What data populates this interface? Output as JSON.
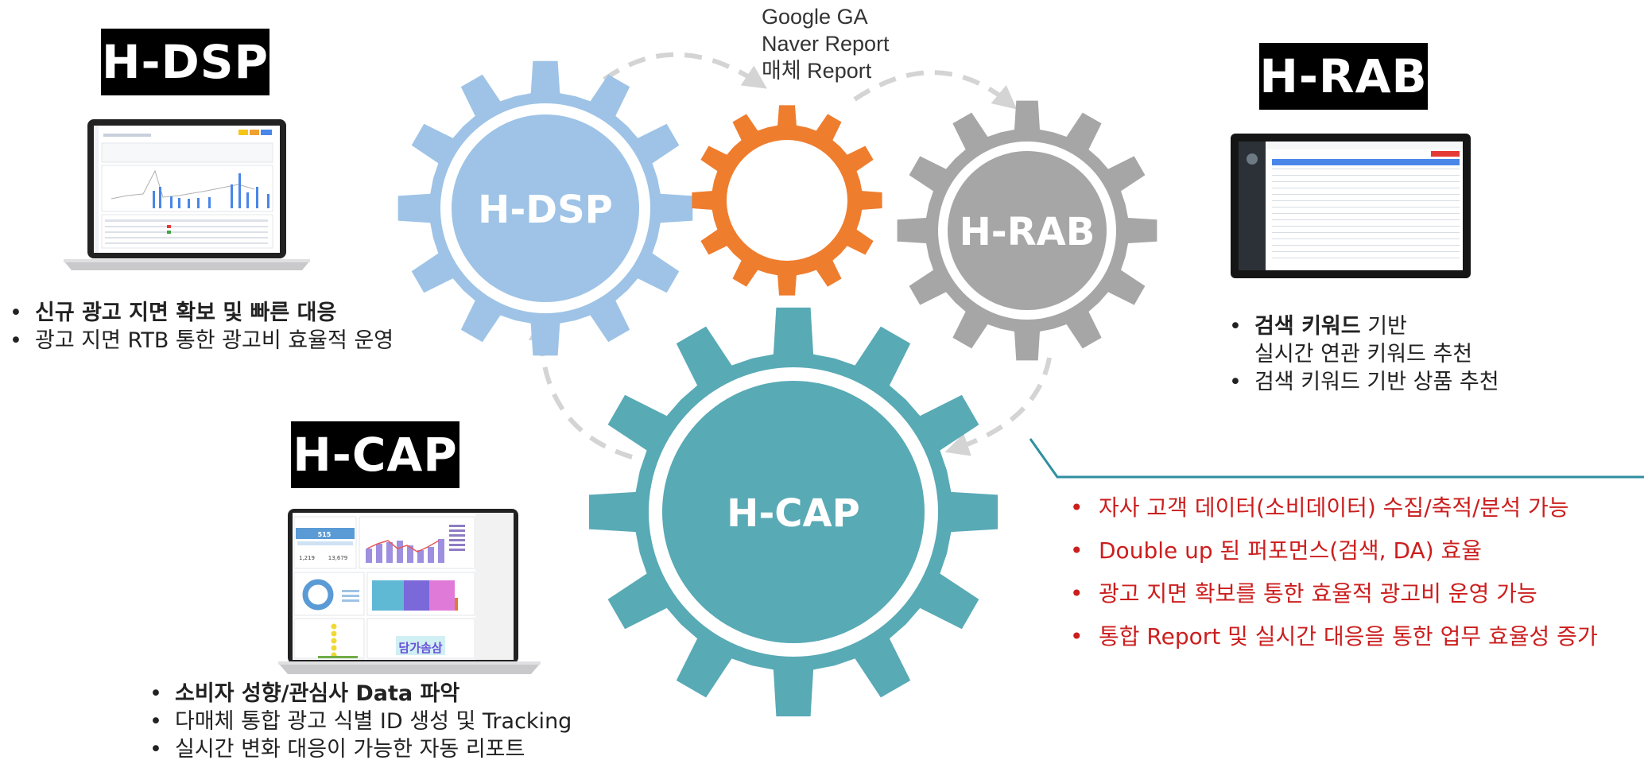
{
  "report_sources": [
    "Google GA",
    "Naver Report",
    "매체 Report"
  ],
  "gears": {
    "dsp": {
      "label": "H-DSP",
      "color": "#9ec3e6"
    },
    "center": {
      "label": "",
      "color": "#ef7d2e"
    },
    "rab": {
      "label": "H-RAB",
      "color": "#a6a6a6"
    },
    "cap": {
      "label": "H-CAP",
      "color": "#58aab5"
    }
  },
  "dsp_panel": {
    "title": "H-DSP",
    "bullets": [
      {
        "strong": "신규 광고 지면 확보 및 빠른 대응",
        "text": ""
      },
      {
        "strong": "",
        "text": "광고 지면 RTB 통한 광고비 효율적 운영"
      }
    ]
  },
  "rab_panel": {
    "title": "H-RAB",
    "bullets": [
      {
        "strong": "검색 키워드",
        "text": " 기반",
        "line2": "실시간 연관 키워드 추천"
      },
      {
        "strong": "",
        "text": "검색 키워드 기반 상품 추천",
        "line2": ""
      }
    ]
  },
  "cap_panel": {
    "title": "H-CAP",
    "bullets": [
      {
        "strong": "소비자 성향/관심사 Data 파악",
        "text": ""
      },
      {
        "strong": "",
        "text": "다매체 통합 광고 식별 ID 생성 및 Tracking"
      },
      {
        "strong": "",
        "text": "실시간 변화 대응이 가능한 자동 리포트"
      }
    ]
  },
  "benefits": [
    "자사 고객 데이터(소비데이터) 수집/축적/분석 가능",
    "Double up 된 퍼포먼스(검색, DA) 효율",
    "광고 지면 확보를 통한 효율적 광고비 운영 가능",
    "통합 Report 및 실시간 대응을 통한 업무 효율성 증가"
  ],
  "cap_screen": {
    "stat_main": "515",
    "stat_a": "1,219",
    "stat_b": "13,679",
    "promo": "담가솜삼"
  },
  "colors": {
    "accent_line": "#2f8fa0",
    "benefit_text": "#cc1e1e",
    "arrow": "#d4d4d4"
  }
}
